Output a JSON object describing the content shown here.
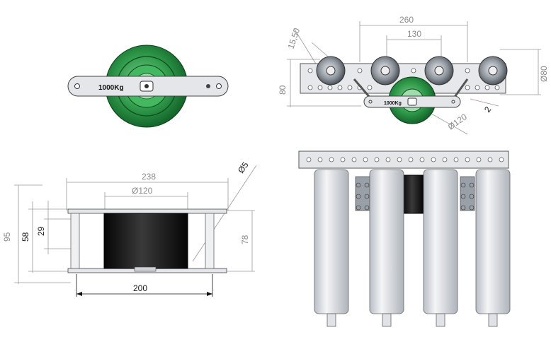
{
  "views": {
    "front_view": {
      "plate_label": "1000Kg"
    },
    "side_view": {
      "plate_label": "1000Kg",
      "dims": {
        "d260": "260",
        "d130": "130",
        "d1550": "15,50",
        "d80_left": "80",
        "d80_right": "Ø80",
        "d2": "2",
        "d120": "Ø120"
      }
    },
    "top_view": {
      "dims": {
        "d238": "238",
        "d120": "Ø120",
        "d5": "Ø5",
        "d95": "95",
        "d58": "58",
        "d29": "29",
        "d78": "78",
        "d200": "200"
      }
    },
    "iso_view": {}
  },
  "colors": {
    "wheel_green": "#2f9a4a",
    "plate": "#e4e6ea",
    "roller": "#dfe2e6",
    "dark_roller": "#151515"
  }
}
